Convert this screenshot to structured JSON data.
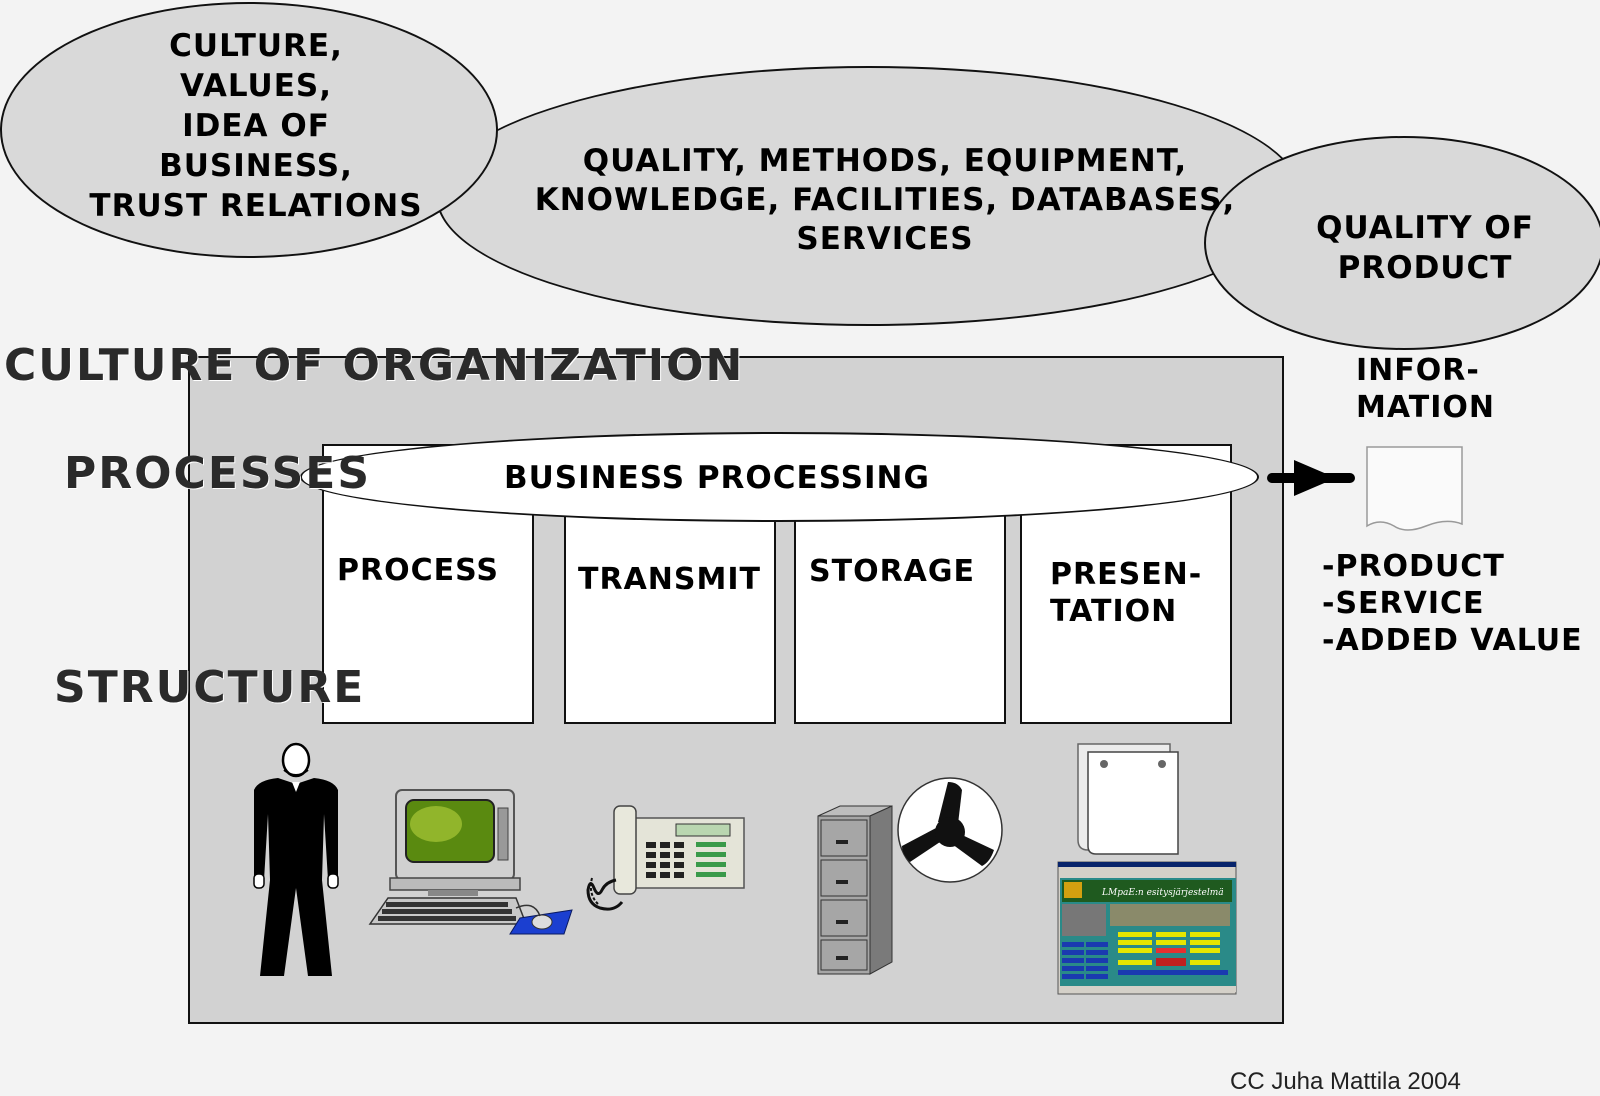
{
  "ellipses": {
    "culture": [
      "CULTURE,",
      "VALUES,",
      "IDEA OF",
      "BUSINESS,",
      "TRUST RELATIONS"
    ],
    "quality_methods": [
      "QUALITY, METHODS, EQUIPMENT,",
      "KNOWLEDGE, FACILITIES, DATABASES,",
      "SERVICES"
    ],
    "quality_product": [
      "QUALITY OF",
      "PRODUCT"
    ]
  },
  "labels": {
    "culture_of_org": "CULTURE OF ORGANIZATION",
    "processes": "PROCESSES",
    "structure": "STRUCTURE",
    "business_processing": "BUSINESS PROCESSING"
  },
  "boxes": [
    {
      "id": "process",
      "lines": [
        "PROCESS"
      ]
    },
    {
      "id": "transmit",
      "lines": [
        "TRANSMIT"
      ]
    },
    {
      "id": "storage",
      "lines": [
        "STORAGE"
      ]
    },
    {
      "id": "presentation",
      "lines": [
        "PRESEN-",
        "TATION"
      ]
    }
  ],
  "information": {
    "title": [
      "INFOR-",
      "MATION"
    ],
    "outputs": [
      "-PRODUCT",
      "-SERVICE",
      "-ADDED VALUE"
    ]
  },
  "screen": {
    "title": "LMpaE:n esitysjärjestelmä"
  },
  "credit": "CC Juha Mattila 2004",
  "colors": {
    "background": "#f3f3f3",
    "ellipse_fill": "#d9d9d9",
    "panel_fill": "#d2d2d2",
    "box_fill": "#ffffff",
    "monitor_screen": "#5a8a10",
    "mousepad": "#1b3fd0",
    "webpage_bg": "#2a8a88"
  },
  "icons": [
    "person-icon",
    "computer-icon",
    "telephone-icon",
    "filing-cabinet-icon",
    "fan-icon",
    "notepad-icon",
    "webpage-screenshot-icon",
    "document-icon",
    "arrow-right-icon"
  ]
}
